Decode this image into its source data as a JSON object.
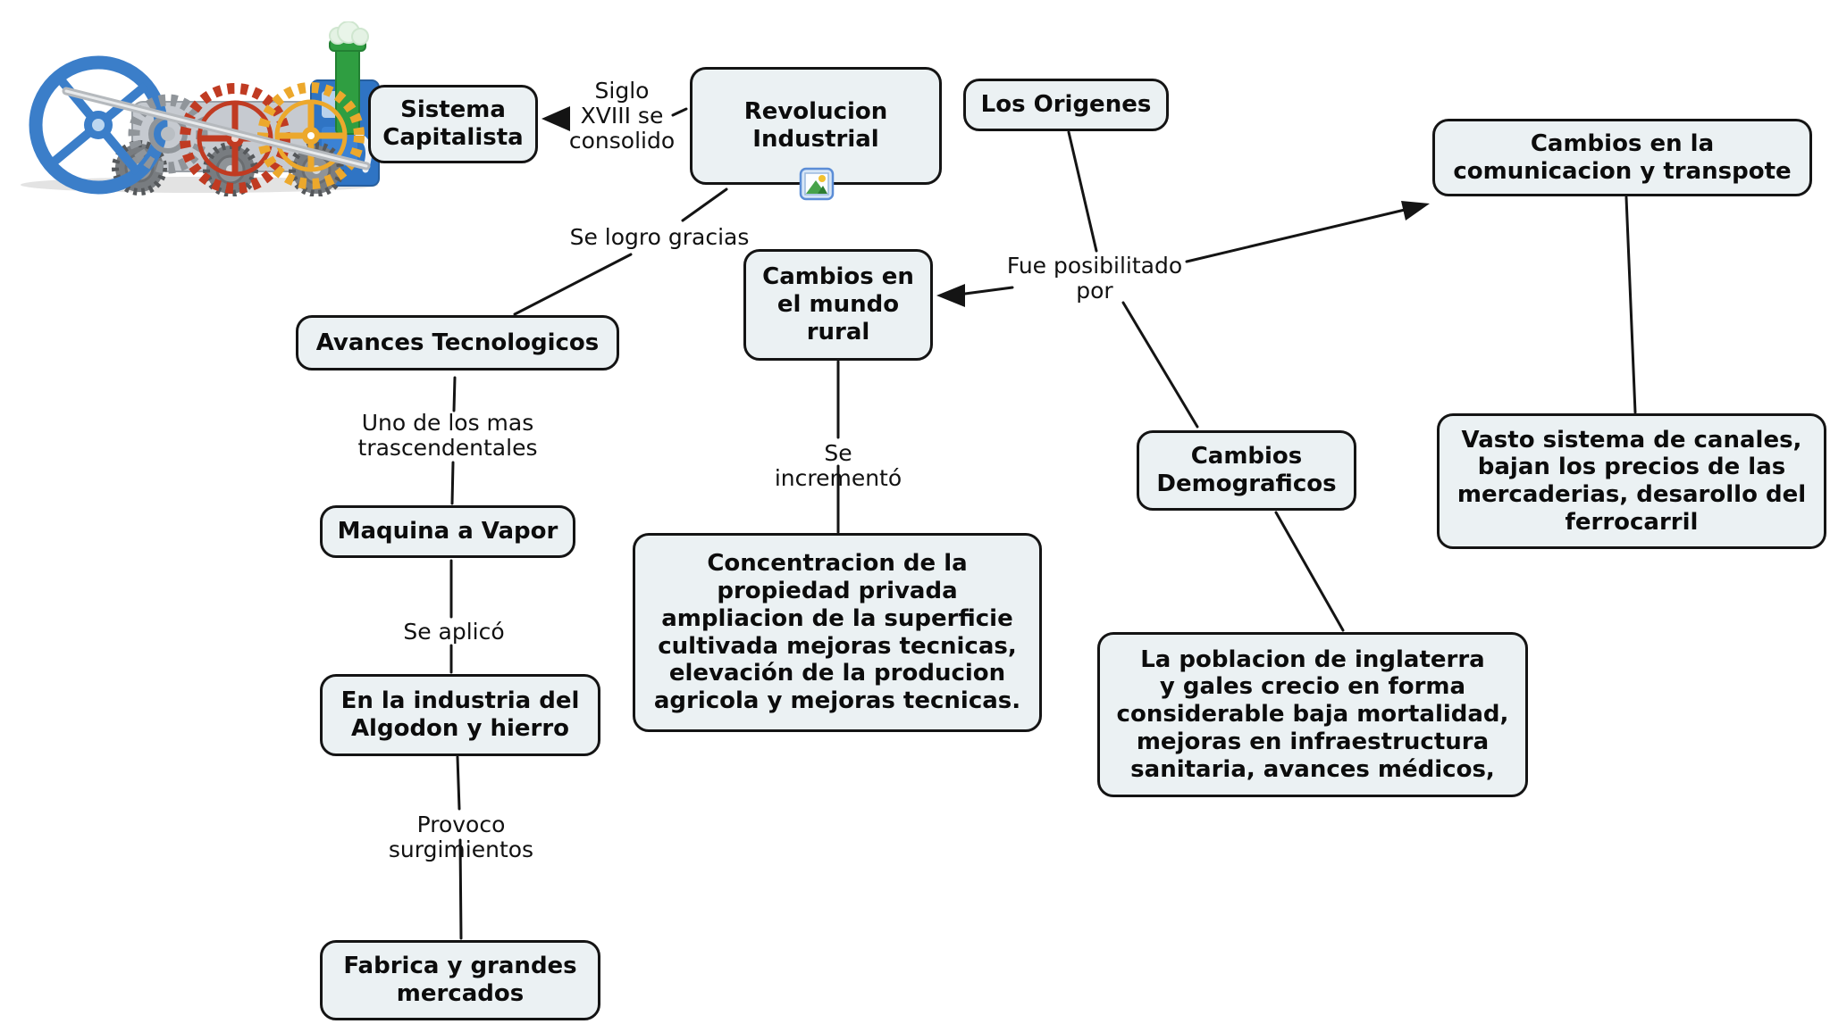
{
  "title": "Revolucion Industrial concept map",
  "canvas": {
    "background": "#ffffff",
    "node_fill": "#ebf1f3",
    "node_border_color": "#141414",
    "connector_color": "#141414"
  },
  "nodes": {
    "sistema_capitalista": "Sistema\nCapitalista",
    "revolucion_industrial": "Revolucion\nIndustrial",
    "los_origenes": "Los Origenes",
    "cambios_comunicacion": "Cambios en la\ncomunicacion y transpote",
    "avances_tecnologicos": "Avances Tecnologicos",
    "cambios_mundo_rural": "Cambios en\nel mundo\nrural",
    "cambios_demograficos": "Cambios\nDemograficos",
    "vasto_sistema": "Vasto sistema de canales,\nbajan los precios de las\nmercaderias, desarollo del\nferrocarril",
    "maquina_a_vapor": "Maquina a Vapor",
    "concentracion": "Concentracion de la\npropiedad privada\nampliacion de la superficie\ncultivada mejoras tecnicas,\nelevación de la producion\nagricola y mejoras tecnicas.",
    "industria_algodon": "En la industria del\nAlgodon y hierro",
    "poblacion_inglaterra": "La poblacion de inglaterra\ny gales crecio en forma\nconsiderable baja mortalidad,\nmejoras en infraestructura\nsanitaria, avances médicos,",
    "fabrica_mercados": "Fabrica y grandes\nmercados"
  },
  "edge_labels": {
    "siglo_xviii": "Siglo\nXVIII se\nconsolido",
    "se_logro_gracias": "Se logro gracias",
    "fue_posibilitado_por": "Fue posibilitado\npor",
    "uno_de_los_mas": "Uno de los mas\ntrascendentales",
    "se_incremento": "Se incrementó",
    "se_aplico": "Se aplicó",
    "provoco_surgimientos": "Provoco surgimientos"
  },
  "icons": {
    "train_illustration": "steam-engine-gears-illustration",
    "picture_icon": "picture-icon"
  }
}
